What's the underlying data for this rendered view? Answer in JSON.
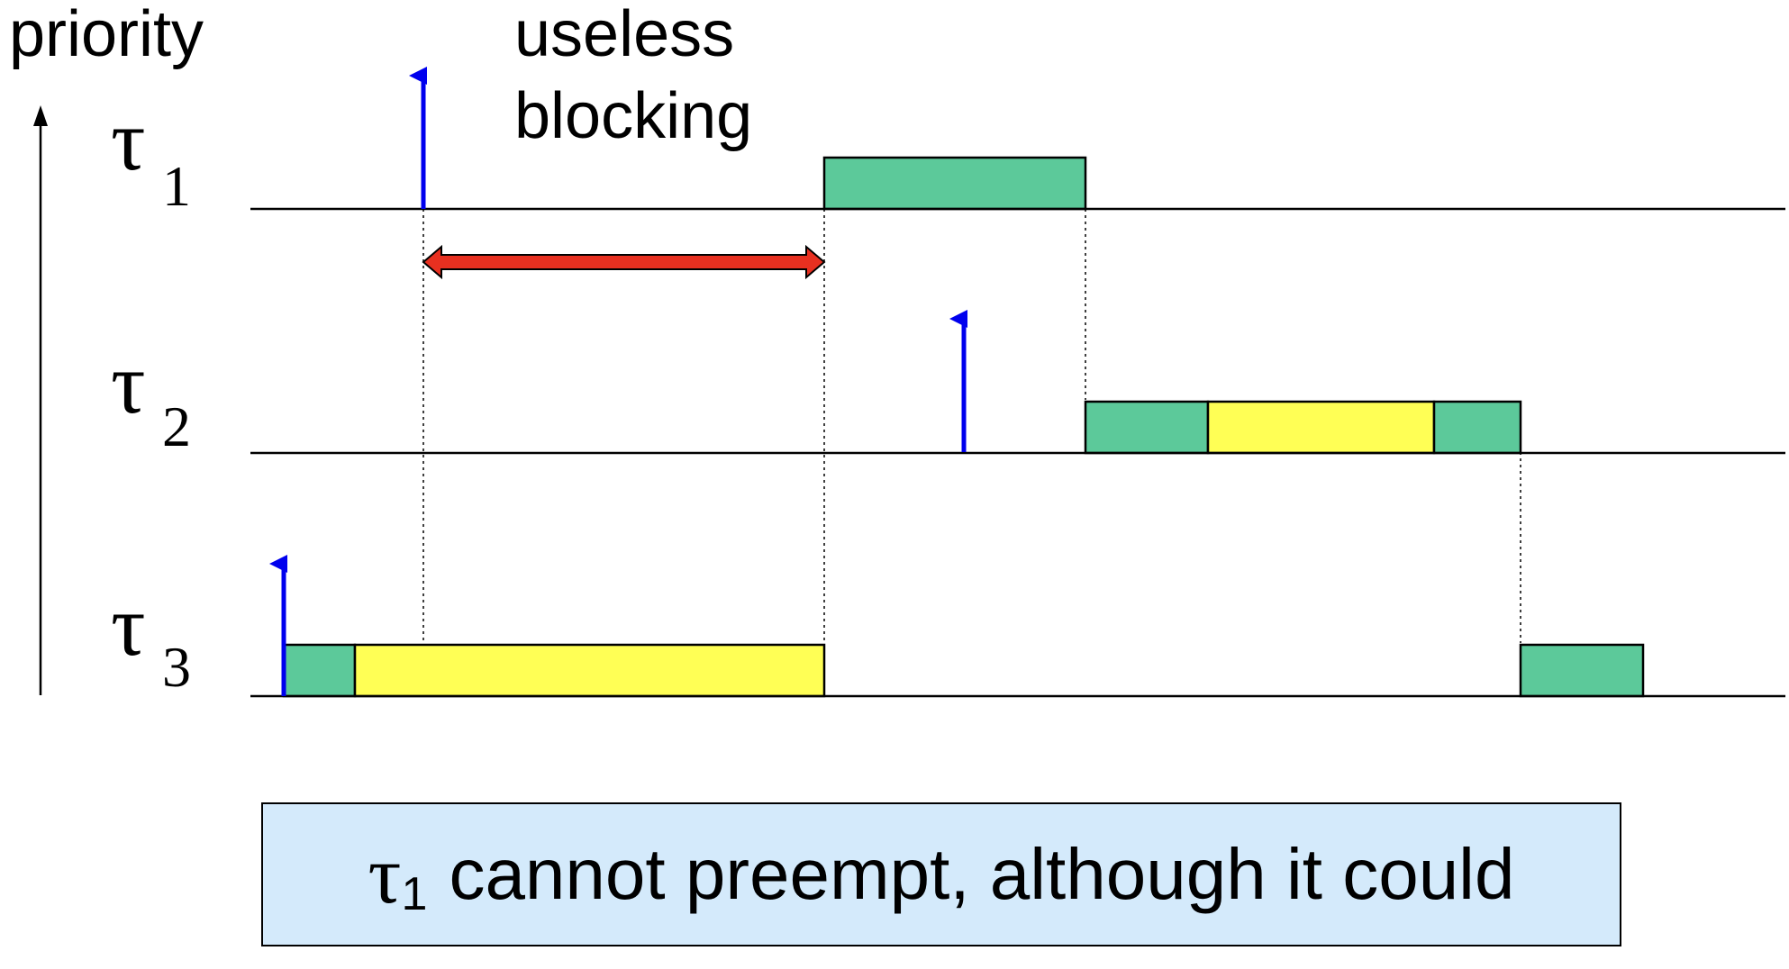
{
  "y_axis_label": "priority",
  "annotation": [
    "useless",
    "blocking"
  ],
  "tasks": [
    {
      "symbol": "τ",
      "subscript": "1"
    },
    {
      "symbol": "τ",
      "subscript": "2"
    },
    {
      "symbol": "τ",
      "subscript": "3"
    }
  ],
  "note": {
    "symbol": "τ",
    "subscript": "1",
    "text": "cannot preempt, although it could"
  },
  "colors": {
    "normal_execution": "#5cc99a",
    "critical_section": "#ffff55",
    "release_arrow": "#0000ee",
    "blocking_arrow": "#e83020",
    "note_background": "#d4eafb"
  }
}
